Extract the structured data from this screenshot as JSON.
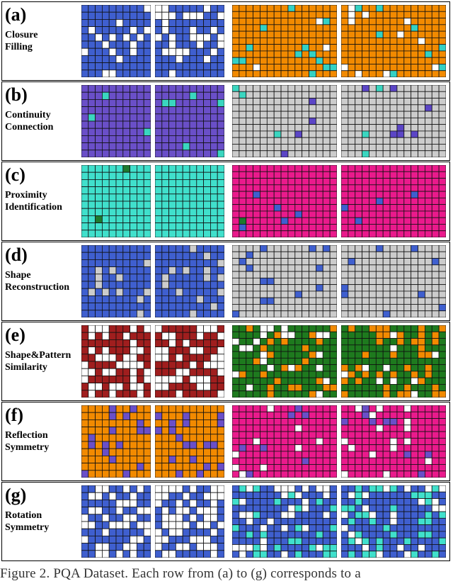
{
  "caption": "Figure 2. PQA Dataset. Each row from (a) to (g) corresponds to a",
  "rows": [
    {
      "letter": "(a)",
      "line1": "Closure",
      "line2": "Filling",
      "bg1": "#3f5fcf",
      "bg2": "#f28a00",
      "fg": "#ffffff",
      "acc": "#33d1c4"
    },
    {
      "letter": "(b)",
      "line1": "Continuity",
      "line2": "Connection",
      "bg1": "#6a4fc8",
      "bg2": "#cccccc",
      "fg": "#3ad6c0",
      "acc": "#5b45c6"
    },
    {
      "letter": "(c)",
      "line1": "Proximity",
      "line2": "Identification",
      "bg1": "#40e0cc",
      "bg2": "#ea1a8c",
      "fg": "#1e7a2e",
      "acc": "#3f5fcf"
    },
    {
      "letter": "(d)",
      "line1": "Shape",
      "line2": "Reconstruction",
      "bg1": "#3f5fcf",
      "bg2": "#cccccc",
      "fg": "#cccccc",
      "acc": "#3f5fcf"
    },
    {
      "letter": "(e)",
      "line1": "Shape&Pattern",
      "line2": "Similarity",
      "bg1": "#a01e1e",
      "bg2": "#1e7a1e",
      "fg": "#ffffff",
      "acc": "#f28a00"
    },
    {
      "letter": "(f)",
      "line1": "Reflection",
      "line2": "Symmetry",
      "bg1": "#f28a00",
      "bg2": "#ea1a8c",
      "fg": "#6a4fc8",
      "acc": "#ffffff"
    },
    {
      "letter": "(g)",
      "line1": "Rotation",
      "line2": "Symmetry",
      "bg1": "#3f5fcf",
      "bg2": "#3f5fcf",
      "fg": "#ffffff",
      "acc": "#40e0cc"
    }
  ]
}
